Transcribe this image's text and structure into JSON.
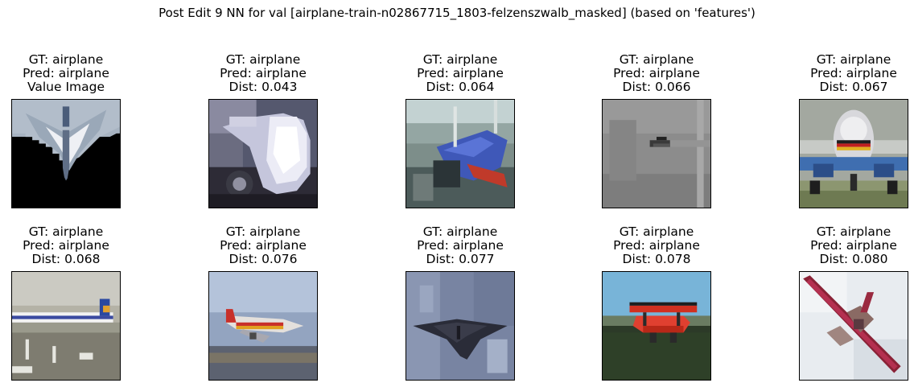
{
  "suptitle": "Post Edit 9 NN for val [airplane-train-n02867715_1803-felzenszwalb_masked] (based on 'features')",
  "cells": [
    {
      "gt": "GT: airplane",
      "pred": "Pred: airplane",
      "extra": "Value Image",
      "image": "airplane-masked-query"
    },
    {
      "gt": "GT: airplane",
      "pred": "Pred: airplane",
      "extra": "Dist: 0.043",
      "image": "airplane-nose-closeup"
    },
    {
      "gt": "GT: airplane",
      "pred": "Pred: airplane",
      "extra": "Dist: 0.064",
      "image": "blue-jet-on-ground"
    },
    {
      "gt": "GT: airplane",
      "pred": "Pred: airplane",
      "extra": "Dist: 0.066",
      "image": "plane-in-grey-sky"
    },
    {
      "gt": "GT: airplane",
      "pred": "Pred: airplane",
      "extra": "Dist: 0.067",
      "image": "jet-front-view"
    },
    {
      "gt": "GT: airplane",
      "pred": "Pred: airplane",
      "extra": "Dist: 0.068",
      "image": "airliner-on-runway"
    },
    {
      "gt": "GT: airplane",
      "pred": "Pred: airplane",
      "extra": "Dist: 0.076",
      "image": "airliner-landing"
    },
    {
      "gt": "GT: airplane",
      "pred": "Pred: airplane",
      "extra": "Dist: 0.077",
      "image": "stealth-bomber"
    },
    {
      "gt": "GT: airplane",
      "pred": "Pred: airplane",
      "extra": "Dist: 0.078",
      "image": "red-biplane"
    },
    {
      "gt": "GT: airplane",
      "pred": "Pred: airplane",
      "extra": "Dist: 0.080",
      "image": "aerobatic-plane-diagonal"
    }
  ]
}
